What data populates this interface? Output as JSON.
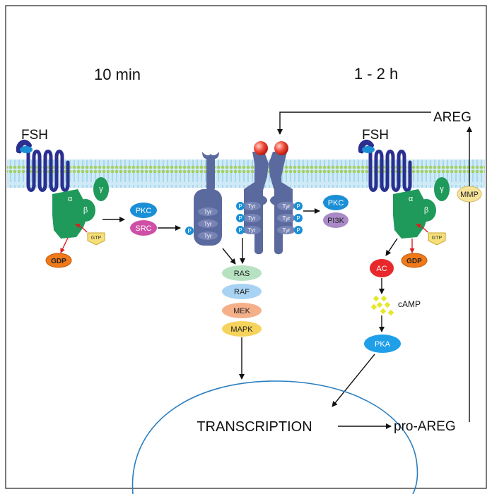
{
  "headers": {
    "left_time": "10 min",
    "right_time": "1 - 2 h"
  },
  "ligands": {
    "fsh_left": "FSH",
    "fsh_right": "FSH"
  },
  "areg": "AREG",
  "pro_areg": "pro-AREG",
  "transcription": "TRANSCRIPTION",
  "g_protein": {
    "alpha": "α",
    "beta": "β",
    "gamma": "γ",
    "gtp": "GTP",
    "gdp": "GDP"
  },
  "kinases": {
    "pkc": "PKC",
    "src": "SRC",
    "pi3k": "PI3K",
    "ac": "AC",
    "camp": "cAMP",
    "pka": "PKA",
    "mmp": "MMP"
  },
  "cascade": [
    "RAS",
    "RAF",
    "MEK",
    "MAPK"
  ],
  "receptor": {
    "tyr": "Tyr",
    "p": "P"
  },
  "colors": {
    "receptor_navy": "#2b2f8f",
    "g_protein_green": "#1f9a5a",
    "egfr_slate": "#5b6a9e",
    "membrane_blue": "#9fd3ec",
    "pkc_blue": "#1a8fd6",
    "src_magenta": "#d04fa6",
    "pi3k_purple": "#a98ac7",
    "gdp_orange": "#f07a1a",
    "ac_red": "#e8282a",
    "camp_yellow": "#e6e62a",
    "pka_blue": "#1f9fe8",
    "mmp_beige": "#f6e39a",
    "ras_green": "#b7e2c1",
    "raf_blue": "#a9d3f2",
    "mek_orange": "#f5b08a",
    "mapk_yellow": "#f6d35c",
    "nucleus_blue": "#2a7ec0"
  }
}
